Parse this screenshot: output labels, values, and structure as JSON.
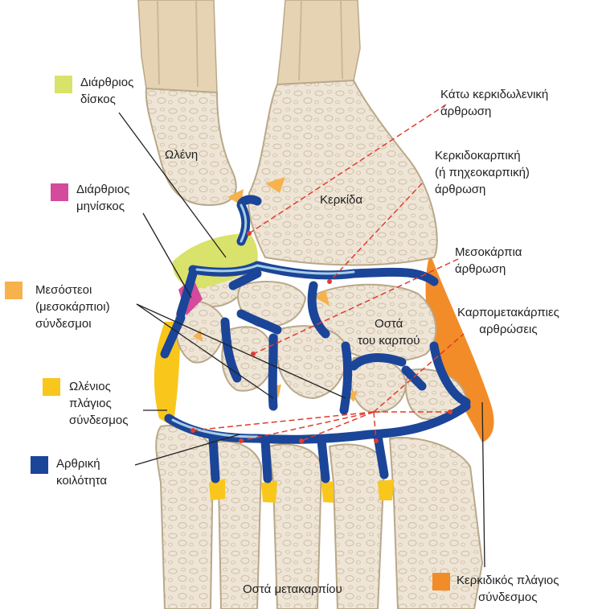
{
  "colors": {
    "articular_disc": "#d9e26a",
    "meniscus": "#d44a9c",
    "interosseous_ligaments": "#f6b24c",
    "ulnar_collateral": "#f9c61b",
    "joint_cavity": "#1b4598",
    "radial_collateral": "#f28c28",
    "bone_fill": "#efe5d6",
    "bone_outline": "#b9a889",
    "leader_red": "#e23b2e"
  },
  "labels": {
    "articular_disc": [
      "Διάρθριος",
      "δίσκος"
    ],
    "distal_radioulnar_joint": [
      "Κάτω κερκιδωλενική",
      "άρθρωση"
    ],
    "ulna": "Ωλένη",
    "radius": "Κερκίδα",
    "radiocarpal_joint": [
      "Κερκιδοκαρπική",
      "(ή πηχεοκαρπική)",
      "άρθρωση"
    ],
    "meniscus": [
      "Διάρθριος",
      "μηνίσκος"
    ],
    "midcarpal_joint": [
      "Μεσοκάρπια",
      "άρθρωση"
    ],
    "interosseous_ligaments": [
      "Μεσόστεοι",
      "(μεσοκάρπιοι)",
      "σύνδεσμοι"
    ],
    "carpal_bones": [
      "Οστά",
      "του καρπού"
    ],
    "carpometacarpal_joints": [
      "Καρπομετακάρπιες",
      "αρθρώσεις"
    ],
    "ulnar_collateral_ligament": [
      "Ωλένιος",
      "πλάγιος",
      "σύνδεσμος"
    ],
    "joint_cavity": [
      "Αρθρική",
      "κοιλότητα"
    ],
    "metacarpal_bones": "Οστά μετακαρπίου",
    "radial_collateral_ligament": [
      "Κερκιδικός πλάγιος",
      "σύνδεσμος"
    ]
  }
}
